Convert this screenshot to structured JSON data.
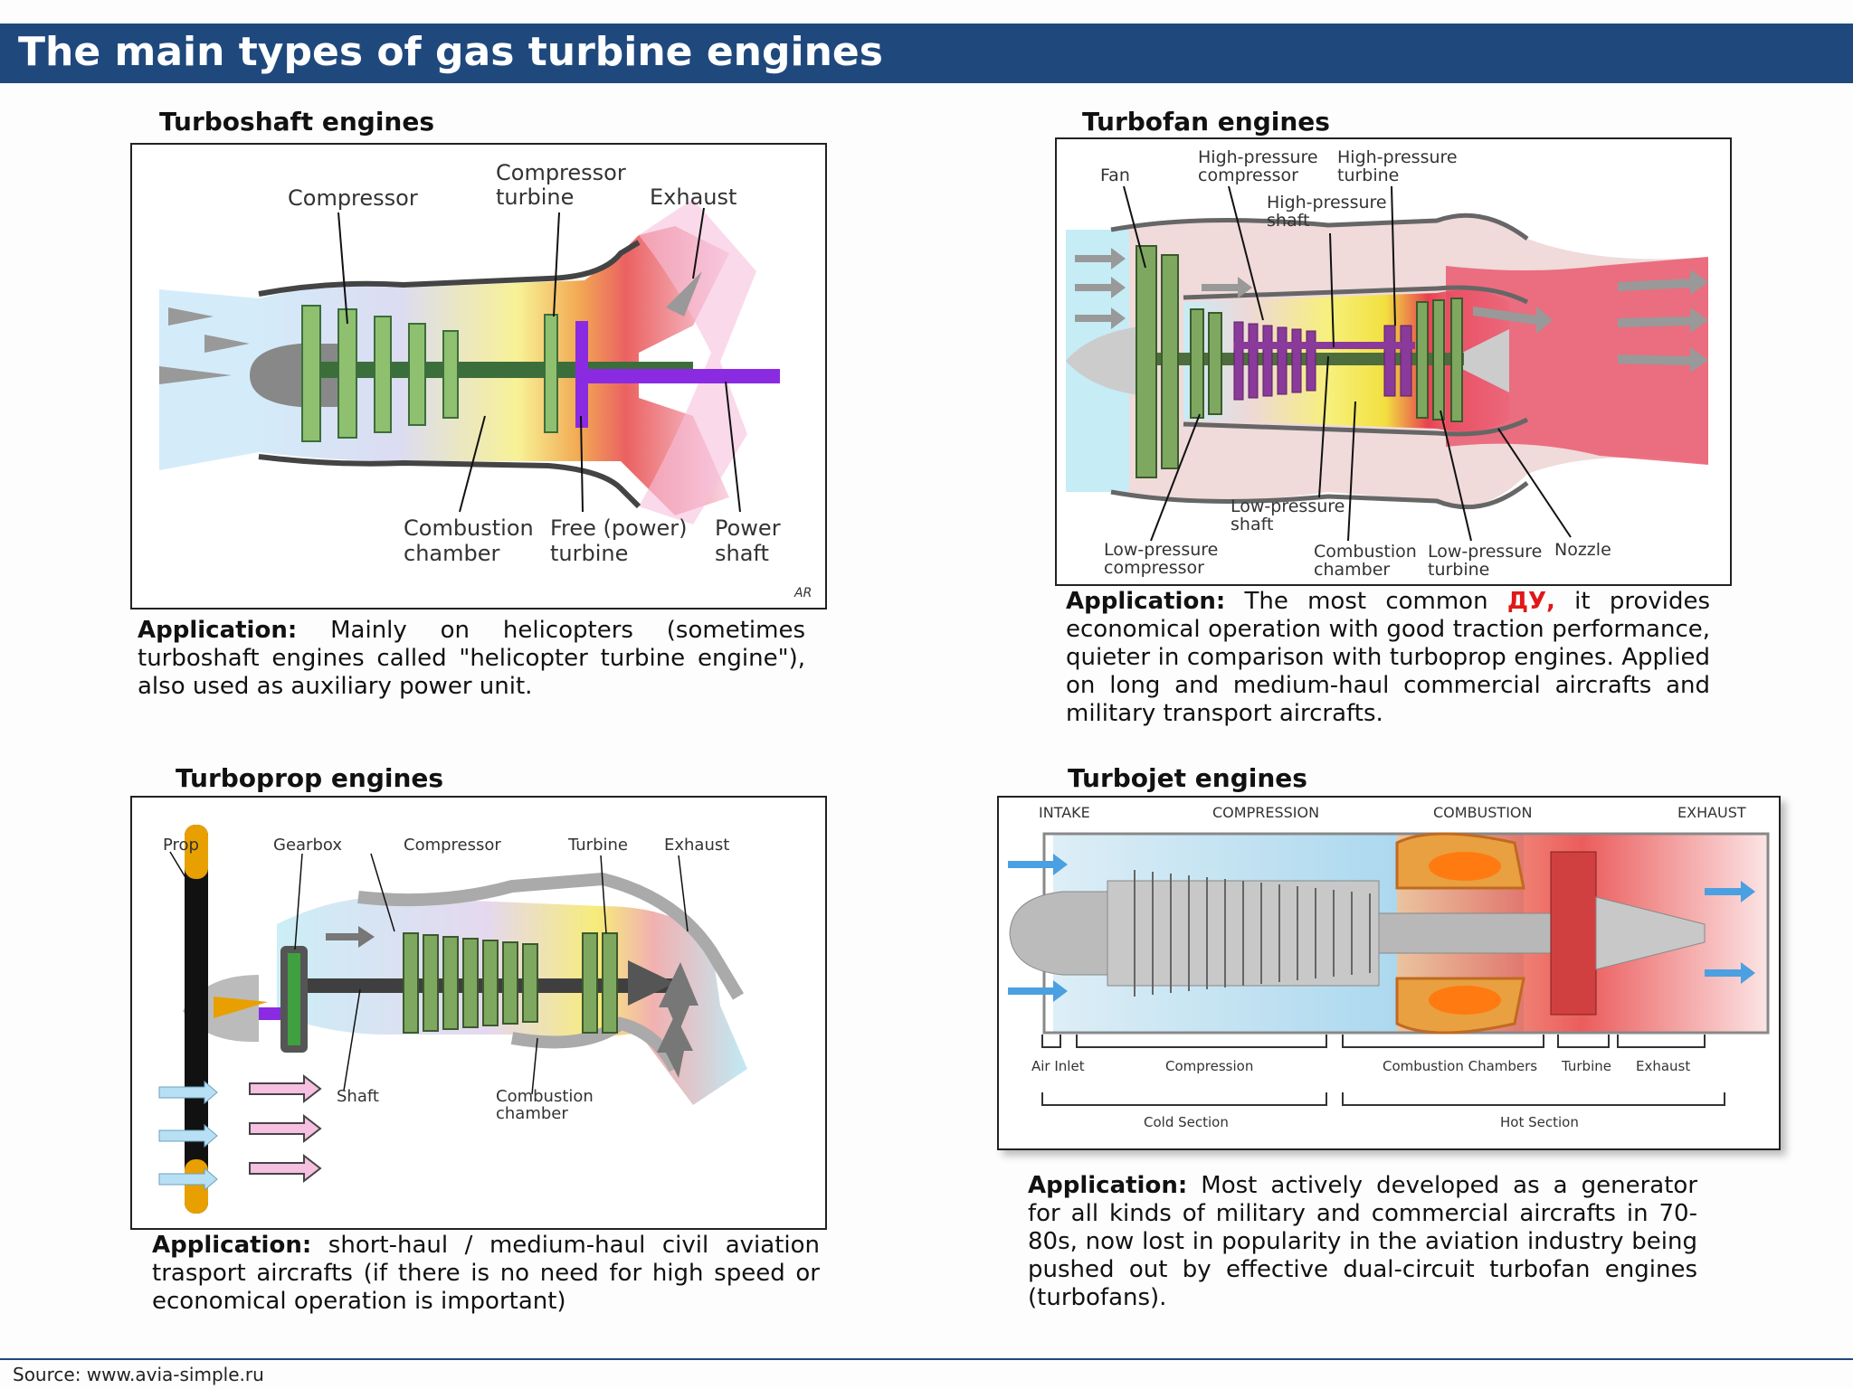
{
  "title": "The main types of gas turbine engines",
  "source": "Source: www.avia-simple.ru",
  "turboshaft": {
    "title": "Turboshaft engines",
    "labels": {
      "compressor": "Compressor",
      "compressor_turbine_1": "Compressor",
      "compressor_turbine_2": "turbine",
      "exhaust": "Exhaust",
      "combustion_1": "Combustion",
      "combustion_2": "chamber",
      "free_turbine_1": "Free (power)",
      "free_turbine_2": "turbine",
      "power_shaft_1": "Power",
      "power_shaft_2": "shaft",
      "signature": "AR"
    },
    "app_label": "Application:",
    "app_text": "Mainly on helicopters (sometimes turboshaft engines called \"helicopter turbine engine\"), also used as auxiliary power unit."
  },
  "turbofan": {
    "title": "Turbofan engines",
    "labels": {
      "fan": "Fan",
      "hpc_1": "High-pressure",
      "hpc_2": "compressor",
      "hpt_1": "High-pressure",
      "hpt_2": "turbine",
      "hps_1": "High-pressure",
      "hps_2": "shaft",
      "lps_1": "Low-pressure",
      "lps_2": "shaft",
      "lpc_1": "Low-pressure",
      "lpc_2": "compressor",
      "cc_1": "Combustion",
      "cc_2": "chamber",
      "lpt_1": "Low-pressure",
      "lpt_2": "turbine",
      "nozzle": "Nozzle"
    },
    "app_label": "Application:",
    "app_text_1": "The most common",
    "app_highlight": "ДУ,",
    "app_text_2": "it provides economical operation with good traction performance, quieter in comparison with turboprop engines. Applied on long and medium-haul commercial aircrafts and military transport aircrafts."
  },
  "turboprop": {
    "title": "Turboprop engines",
    "labels": {
      "prop": "Prop",
      "gearbox": "Gearbox",
      "compressor": "Compressor",
      "turbine": "Turbine",
      "exhaust": "Exhaust",
      "shaft": "Shaft",
      "cc_1": "Combustion",
      "cc_2": "chamber"
    },
    "app_label": "Application:",
    "app_text": "short-haul / medium-haul civil aviation trasport aircrafts (if there is no need for high speed or economical operation is important)"
  },
  "turbojet": {
    "title": "Turbojet engines",
    "labels": {
      "intake": "INTAKE",
      "compression": "COMPRESSION",
      "combustion": "COMBUSTION",
      "exhaust": "EXHAUST",
      "air_inlet": "Air Inlet",
      "compression_sub": "Compression",
      "combustion_chambers": "Combustion Chambers",
      "turbine": "Turbine",
      "exhaust_sub": "Exhaust",
      "cold_section": "Cold Section",
      "hot_section": "Hot Section"
    },
    "app_label": "Application:",
    "app_text": "Most actively developed as a generator for all kinds of military and commercial aircrafts in 70-80s, now lost in popularity in the aviation industry being pushed out by effective dual-circuit turbofan engines (turbofans)."
  }
}
